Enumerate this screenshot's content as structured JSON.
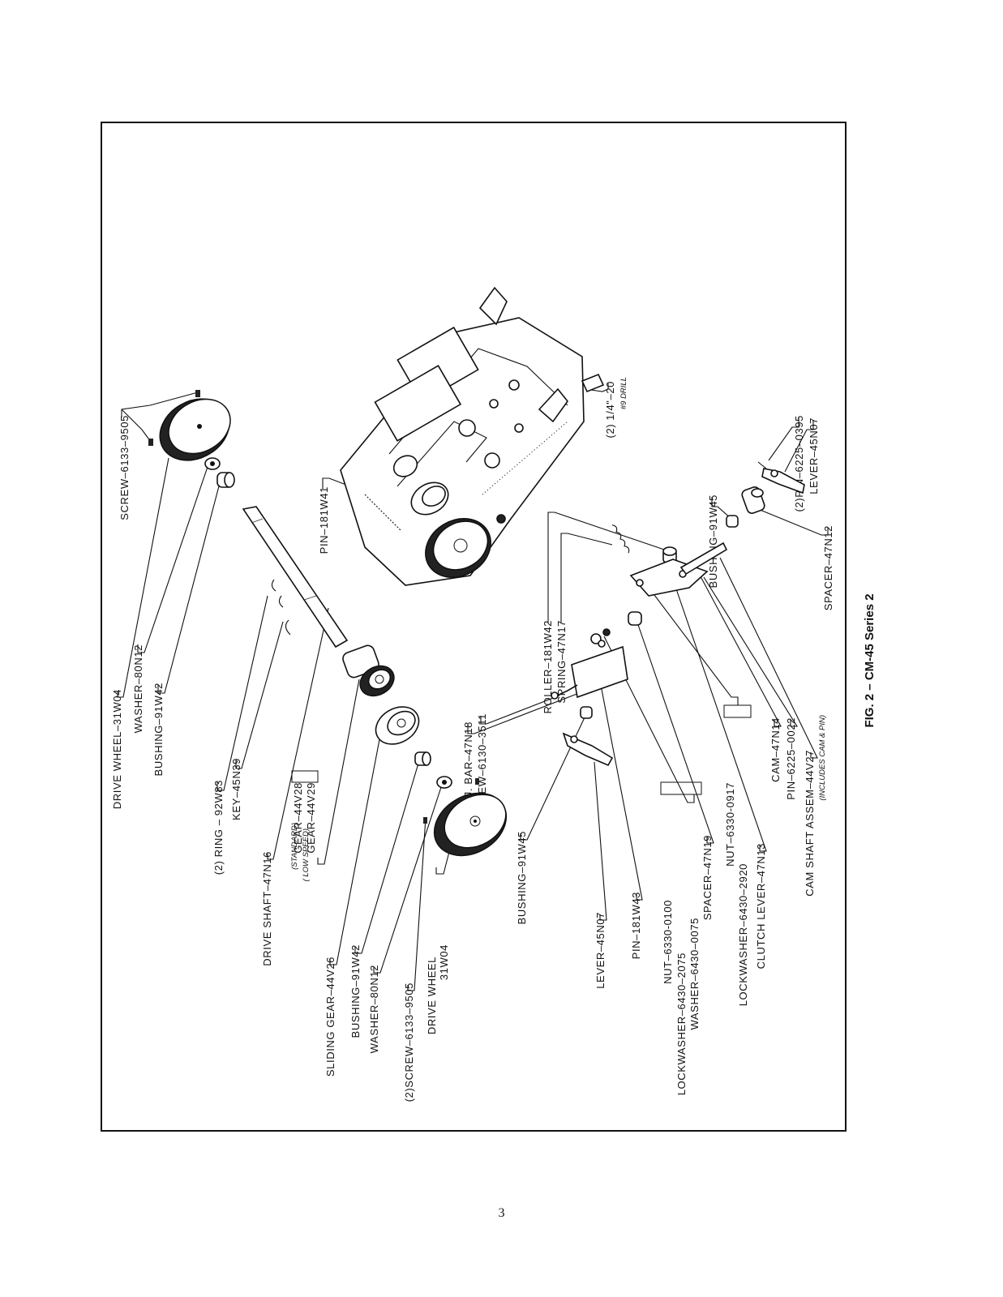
{
  "caption": "FIG. 2 – CM-45 Series 2",
  "page_number": "3",
  "labels": {
    "screw_top": "SCREW–6133–9505",
    "drive_wheel_top": "DRIVE WHEEL–31W04",
    "washer_top": "WASHER–80N12",
    "bushing_top": "BUSHING–91W42",
    "ring": "(2) RING – 92W83",
    "key": "KEY–45N39",
    "drive_shaft": "DRIVE SHAFT–47N16",
    "gear_std_note": "(STANDARD)",
    "gear_std": "GEAR–44V28",
    "gear_low_note": "( LOW SPEED)",
    "gear_low": "GEAR–44V29",
    "sliding_gear": "SLIDING GEAR–44V26",
    "bushing_mid": "BUSHING–91W42",
    "washer_mid": "WASHER–80N12",
    "screw_mid": "(2)SCREW–6133–9505",
    "drive_wheel_bottom_1": "DRIVE WHEEL",
    "drive_wheel_bottom_2": "31W04",
    "bushing_lower": "BUSHING–91W45",
    "lever_lower": "LEVER–45N07",
    "pin_lower": "PIN–181W43",
    "nut_a": "NUT–6330-0100",
    "lockwasher_a": "LOCKWASHER–6430–2075",
    "washer_a": "WASHER–6430–0075",
    "spacer_lower": "SPACER–47N19",
    "nut_b": "NUT–6330-0917",
    "lockwasher_b": "LOCKWASHER–6430–2920",
    "clutch_lever": "CLUTCH LEVER–47N13",
    "cam": "CAM–47N14",
    "pin_cam": "PIN–6225–0022",
    "cam_shaft": "CAM SHAFT ASSEM–44V27",
    "cam_shaft_note": "(INCLUDES CAM & PIN)",
    "adj_bar": "ADJ. BAR–47N18",
    "screw_adj": "SCREW–6130–3511",
    "roller": "ROLLER–181W42",
    "spring": "SPRING–47N17",
    "pin_top": "PIN–181W41",
    "tap_note_1": "(2) 1/4\"–20",
    "tap_note_2": "#9 DRILL",
    "bushing_right": "BUSHING–91W45",
    "pin_right": "(2)PIN–6225–0395",
    "lever_right": "LEVER–45N07",
    "spacer_right": "SPACER–47N12"
  }
}
